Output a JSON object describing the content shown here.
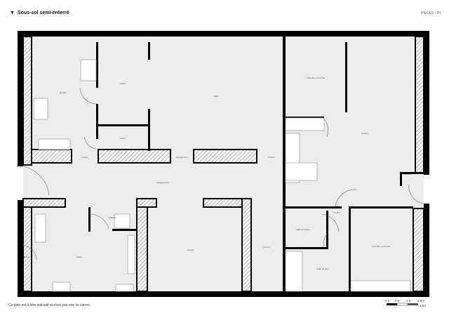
{
  "header": {
    "title": "Sous-sol semi-enterré",
    "toggle_icon": "triangle-down-icon",
    "pieces_label": "PIÈCES : 20"
  },
  "disclaimer": "Ce plan est à titre indicatif et n'est pas une loi carrez.",
  "scale": {
    "ticks": [
      "0.0",
      "0.5",
      "1.0",
      "1.5m"
    ],
    "ratio": "1:52"
  },
  "rooms": [
    "Bureau",
    "Atelier",
    "Salle",
    "Cellier",
    "Couloir",
    "Dégagement",
    "Dégagement",
    "Couloir",
    "Cuisine",
    "Chambre à coucher",
    "Placard",
    "Couloir",
    "Salle de lavage",
    "Salle de bain",
    "Chambre à coucher",
    "Entrée",
    "Atelier",
    "Toilettes",
    "Garage",
    "Couloir"
  ]
}
